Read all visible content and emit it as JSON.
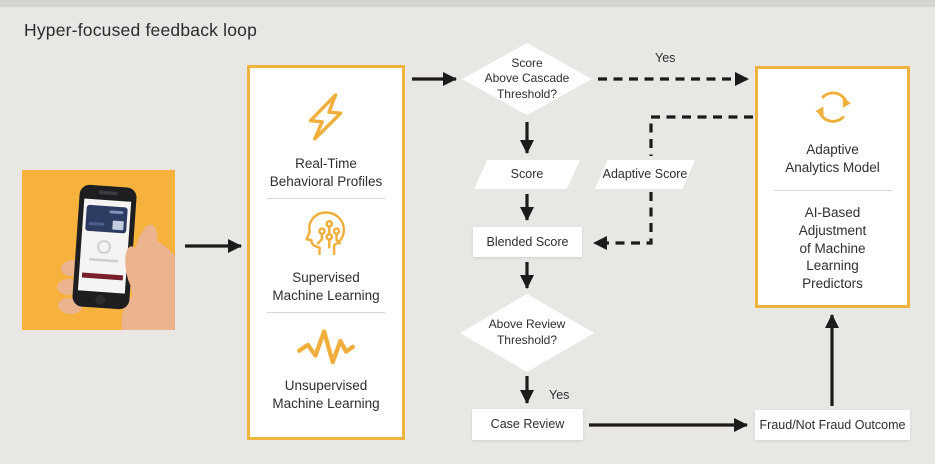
{
  "title": "Hyper-focused feedback loop",
  "colors": {
    "accent_gold": "#EFB440",
    "photo_square": "#F6B23C",
    "background": "#e9e7e4",
    "arrow": "#1b1b1b",
    "node_bg": "#ffffff"
  },
  "photo": {
    "description": "hand holding smartphone with payment card on screen"
  },
  "input_box": {
    "items": [
      {
        "icon": "lightning-icon",
        "label": "Real-Time\nBehavioral Profiles"
      },
      {
        "icon": "ml-head-circuit-icon",
        "label": "Supervised\nMachine Learning"
      },
      {
        "icon": "waveform-icon",
        "label": "Unsupervised\nMachine Learning"
      }
    ]
  },
  "flow": {
    "cascade_diamond": "Score\nAbove Cascade\nThreshold?",
    "yes_top": "Yes",
    "score": "Score",
    "adaptive_score": "Adaptive Score",
    "blended_score": "Blended Score",
    "review_diamond": "Above Review\nThreshold?",
    "yes_bottom": "Yes",
    "case_review": "Case Review",
    "fraud_outcome": "Fraud/Not Fraud Outcome"
  },
  "model_box": {
    "icon": "refresh-cycle-icon",
    "title": "Adaptive\nAnalytics Model",
    "subtitle": "AI-Based\nAdjustment\nof Machine\nLearning\nPredictors"
  }
}
